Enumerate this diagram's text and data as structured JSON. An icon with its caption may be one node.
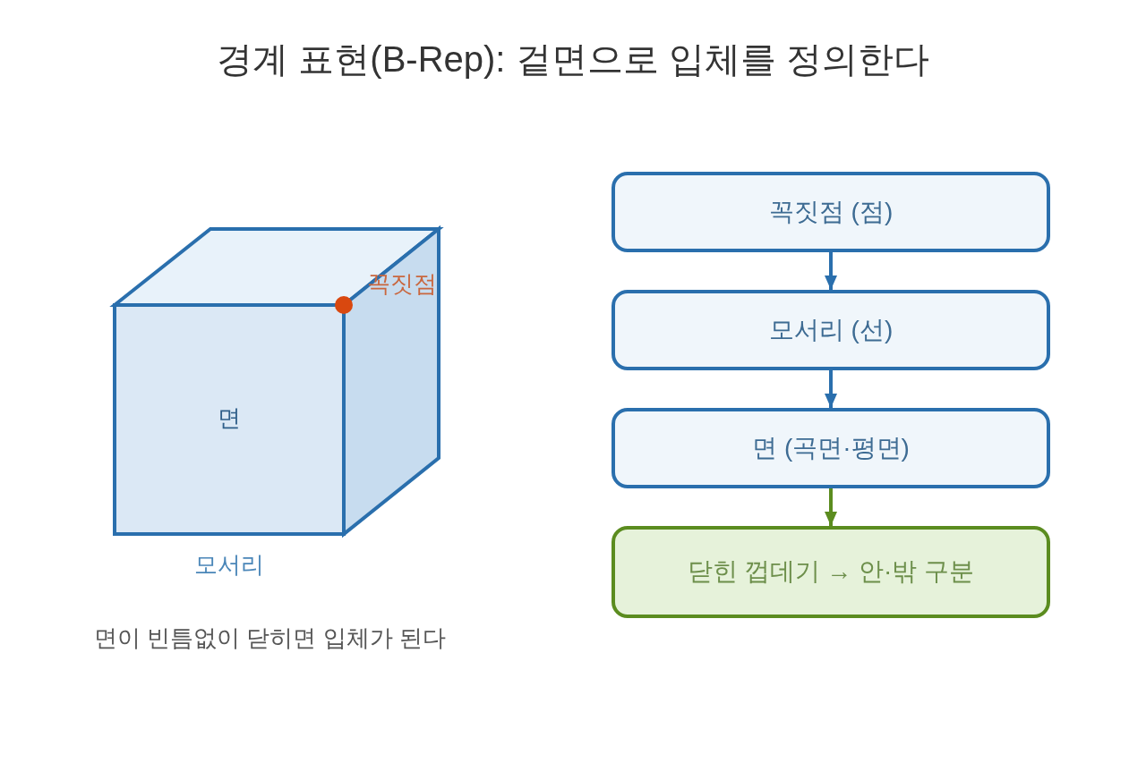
{
  "diagram": {
    "title": "경계 표현(B-Rep): 겉면으로 입체를 정의한다",
    "caption": "면이 빈틈없이 닫히면 입체가 된다",
    "nodes": [
      {
        "text": [
          "꼭짓점 (점)"
        ]
      },
      {
        "text": [
          "모서리 (선)"
        ]
      },
      {
        "text": [
          "면 (곡면·평면)"
        ]
      },
      {
        "text": [
          "닫힌 껍데기 → 안·밖 구분"
        ]
      }
    ],
    "edges": [
      {
        "from": 0,
        "to": 1,
        "arrow": "to"
      },
      {
        "from": 1,
        "to": 2,
        "arrow": "to"
      },
      {
        "from": 2,
        "to": 3,
        "arrow": "to",
        "color": "#5b8c1f"
      }
    ],
    "labels": [
      "꼭짓점",
      "면",
      "모서리"
    ]
  }
}
